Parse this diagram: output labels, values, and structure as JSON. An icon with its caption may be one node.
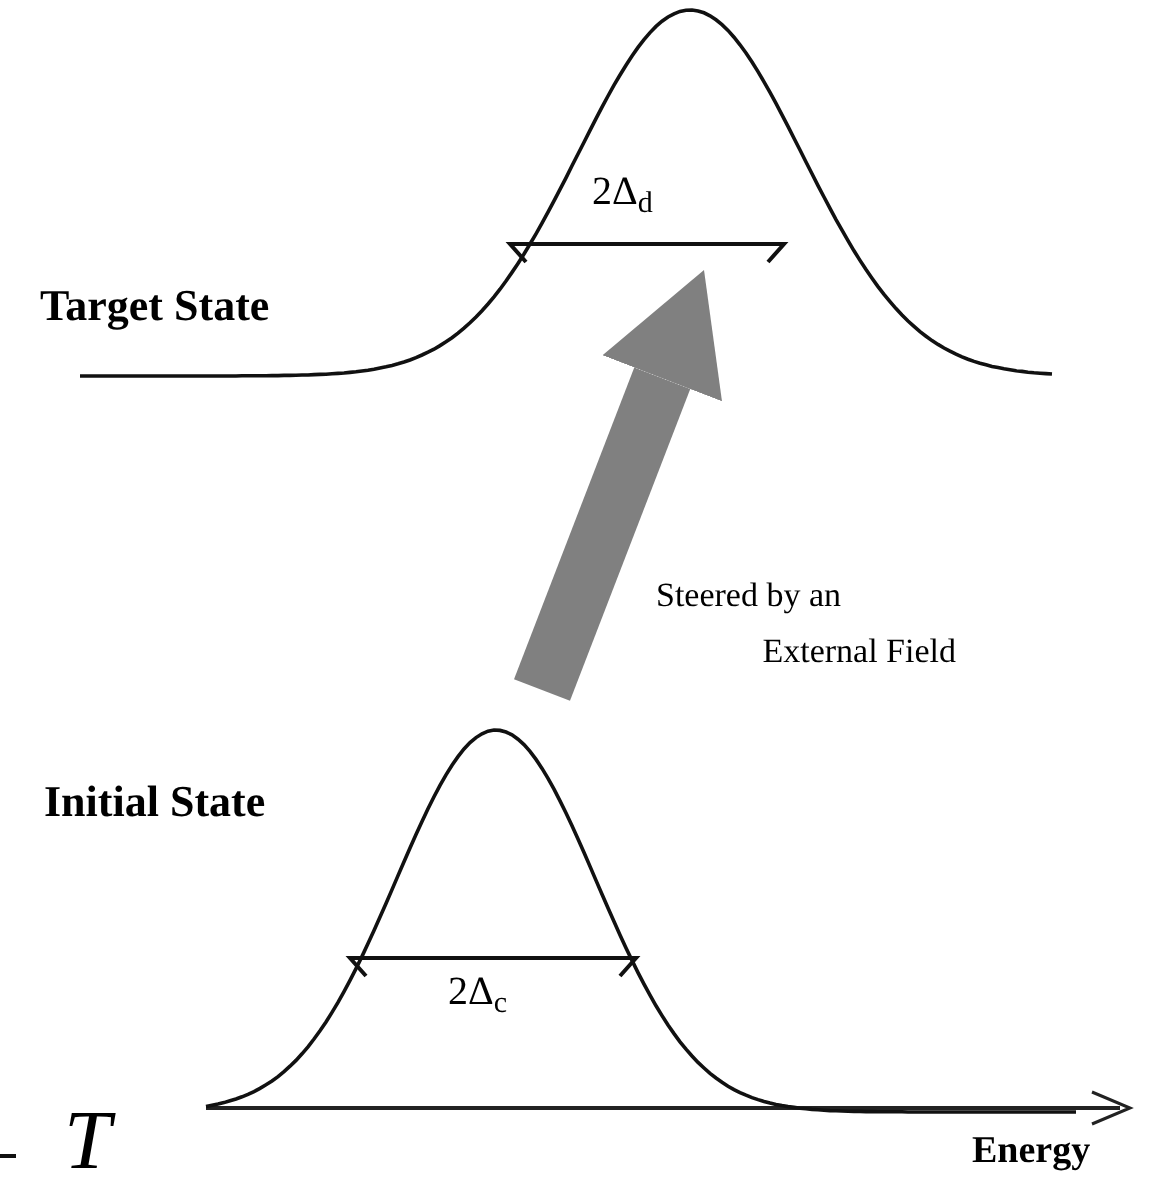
{
  "diagram": {
    "nodes": [
      {
        "text": [
          "Target State"
        ]
      },
      {
        "text": [
          "Initial State"
        ]
      }
    ],
    "edges": [
      {
        "from": 1,
        "to": 0,
        "arrow": "to",
        "color": "#808080",
        "label": "Steered by an External Field"
      }
    ],
    "labels": [
      "2Δ$_{d}$",
      "2Δ$_{c}$",
      "Energy",
      "T"
    ]
  }
}
